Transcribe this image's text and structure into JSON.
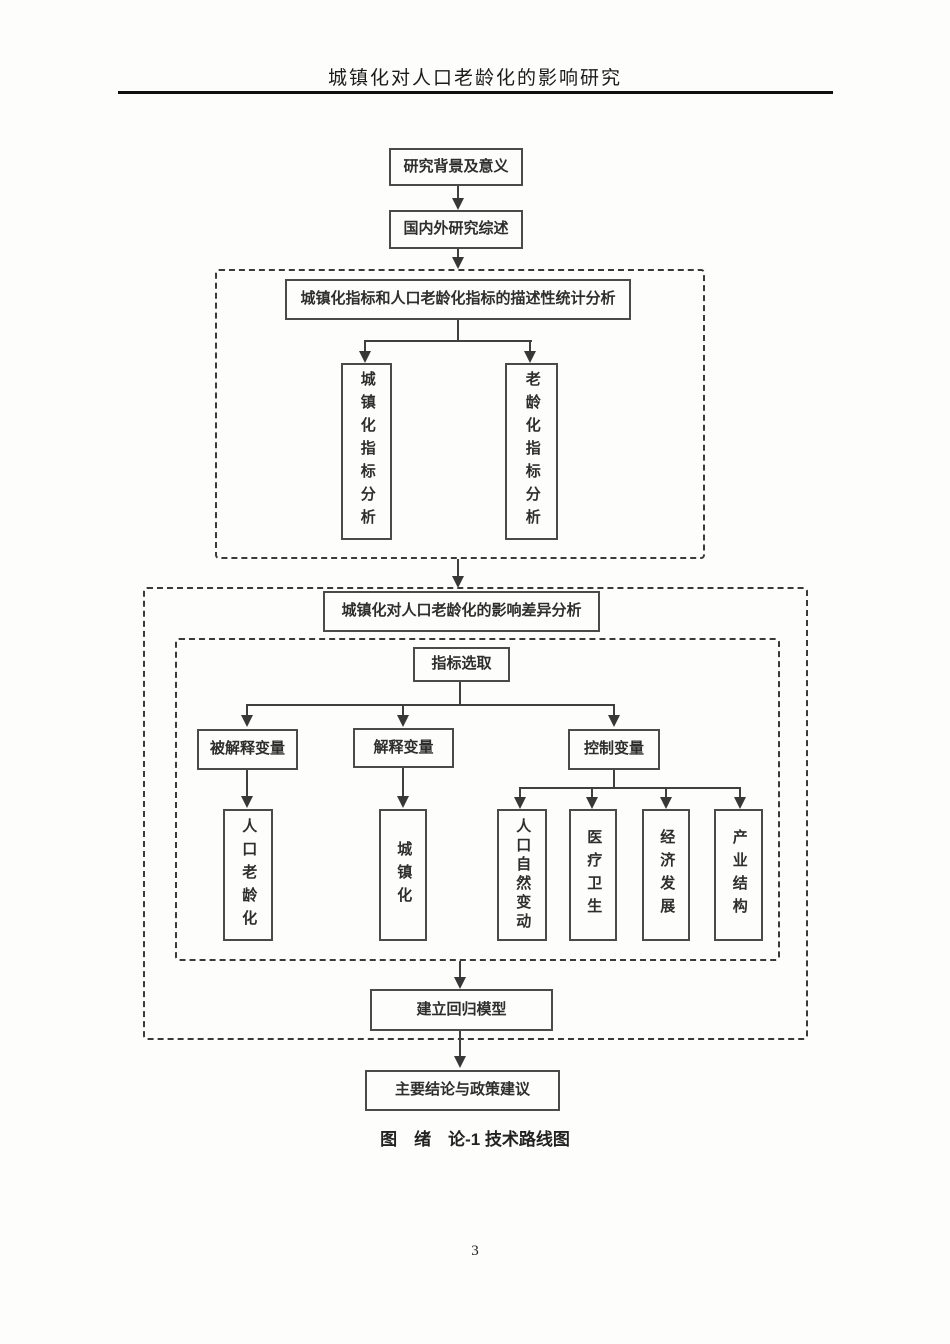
{
  "page": {
    "header": {
      "title": "城镇化对人口老龄化的影响研究"
    },
    "figure_caption": "图　绪　论-1 技术路线图",
    "page_number": "3"
  },
  "flowchart": {
    "top_nodes": {
      "background": "研究背景及意义",
      "review": "国内外研究综述"
    },
    "descriptive_section": {
      "title": "城镇化指标和人口老龄化指标的描述性统计分析",
      "urban_indicator": "城镇化指标分析",
      "aging_indicator": "老龄化指标分析"
    },
    "difference_section": {
      "title": "城镇化对人口老龄化的影响差异分析",
      "indicator_selection": "指标选取",
      "variable_groups": {
        "dependent": "被解释变量",
        "explanatory": "解释变量",
        "control": "控制变量"
      },
      "variables": {
        "population_aging": "人口老龄化",
        "urbanization": "城镇化",
        "natural_population_change": "人口自然变动",
        "medical_health": "医疗卫生",
        "economic_development": "经济发展",
        "industrial_structure": "产业结构"
      },
      "regression": "建立回归模型"
    },
    "conclusion": "主要结论与政策建议"
  },
  "colors": {
    "line": "#3f3f3f",
    "border": "#4a4a4a",
    "background": "#fdfdfb"
  }
}
